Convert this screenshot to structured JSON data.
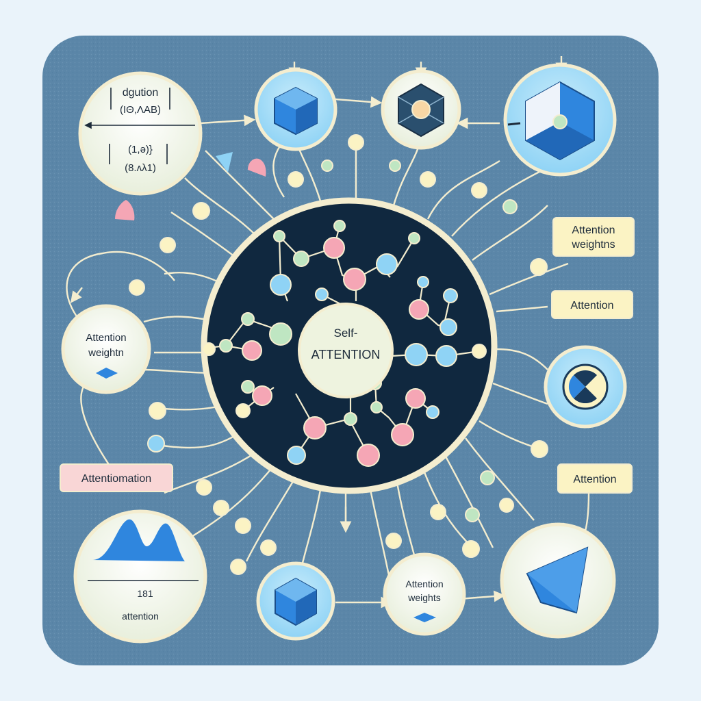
{
  "center": {
    "line1": "Self-",
    "line2": "ATTENTION"
  },
  "top_left_node": {
    "line1": "dgution",
    "line2": "(IΘ,ΛΑΒ)",
    "line3": "(1,ə)}",
    "line4": "(8.ʌλ1)"
  },
  "left_node": {
    "line1": "Attention",
    "line2": "weightn"
  },
  "bottom_left_node": {
    "tick": "181",
    "caption": "attention"
  },
  "bottom_center_node": {
    "line1": "Attention",
    "line2": "weights"
  },
  "labels": {
    "attention_weights_right": {
      "line1": "Attention",
      "line2": "weightns"
    },
    "attention_right": "Attention",
    "attention_lower_right": "Attention",
    "attentiomation": "Attentiomation"
  },
  "colors": {
    "panel": "#5b86a8",
    "core": "#10283f",
    "ring": "#f4edcf",
    "node_fill": "#eef3df",
    "blue": "#2f86de",
    "light_blue": "#8fd3f5",
    "pink": "#f5a6b5",
    "mint": "#bfe6c2",
    "cream": "#fbf3c4",
    "tag_pink": "#f9d6d6"
  }
}
